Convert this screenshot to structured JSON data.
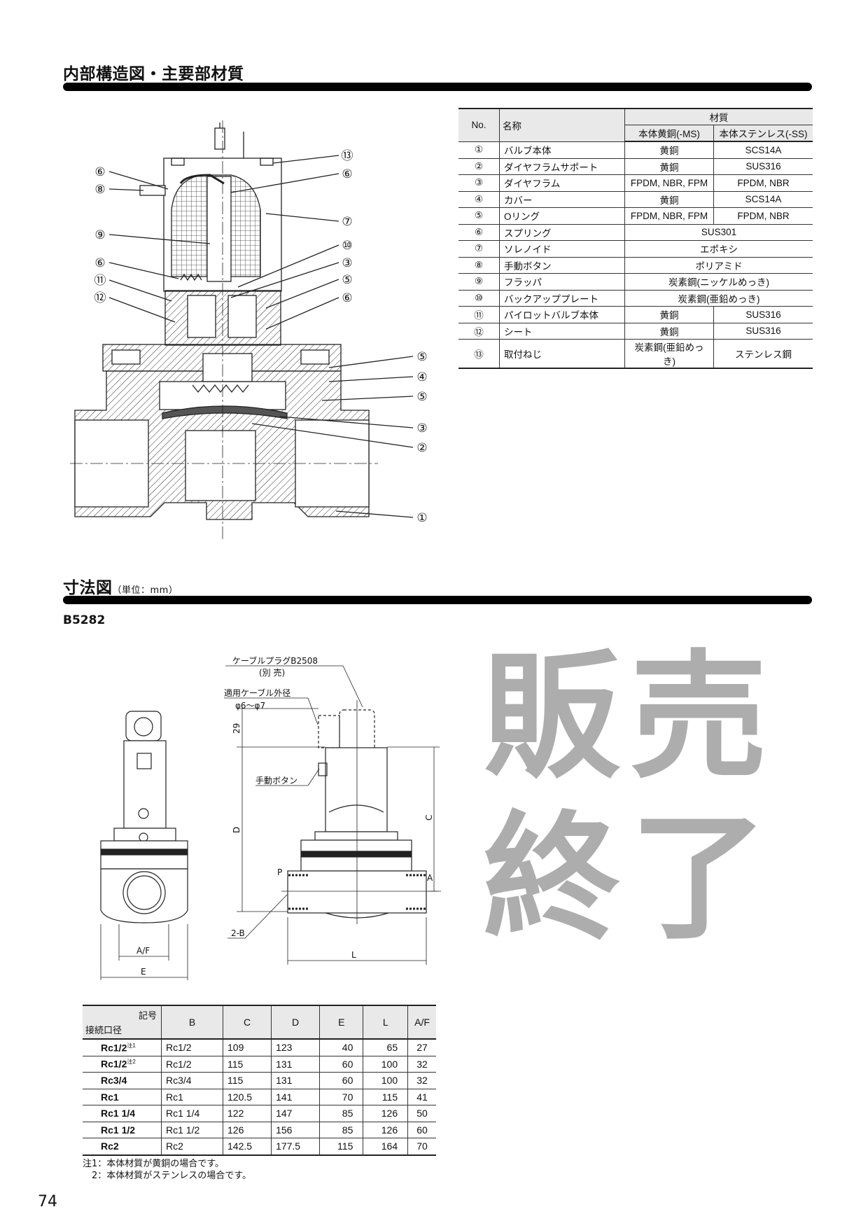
{
  "section1": {
    "title": "内部構造図・主要部材質"
  },
  "structure_callouts": {
    "left": [
      "⑥",
      "⑧",
      "⑨",
      "⑥",
      "⑪",
      "⑫"
    ],
    "right": [
      "⑬",
      "⑥",
      "⑦",
      "⑩",
      "③",
      "⑤",
      "⑥",
      "⑤",
      "④",
      "⑤",
      "③",
      "②",
      "①"
    ]
  },
  "materials_table": {
    "headers": {
      "no": "No.",
      "name": "名称",
      "material": "材質",
      "ms": "本体黄銅(-MS)",
      "ss": "本体ステンレス(-SS)"
    },
    "rows": [
      {
        "no": "①",
        "name": "バルブ本体",
        "ms": "黄銅",
        "ss": "SCS14A"
      },
      {
        "no": "②",
        "name": "ダイヤフラムサポート",
        "ms": "黄銅",
        "ss": "SUS316"
      },
      {
        "no": "③",
        "name": "ダイヤフラム",
        "ms": "FPDM, NBR, FPM",
        "ss": "FPDM, NBR"
      },
      {
        "no": "④",
        "name": "カバー",
        "ms": "黄銅",
        "ss": "SCS14A"
      },
      {
        "no": "⑤",
        "name": "Oリング",
        "ms": "FPDM, NBR, FPM",
        "ss": "FPDM, NBR"
      },
      {
        "no": "⑥",
        "name": "スプリング",
        "common": "SUS301"
      },
      {
        "no": "⑦",
        "name": "ソレノイド",
        "common": "エポキシ"
      },
      {
        "no": "⑧",
        "name": "手動ボタン",
        "common": "ポリアミド"
      },
      {
        "no": "⑨",
        "name": "フラッパ",
        "common": "炭素鋼(ニッケルめっき)"
      },
      {
        "no": "⑩",
        "name": "バックアッププレート",
        "common": "炭素鋼(亜鉛めっき)"
      },
      {
        "no": "⑪",
        "name": "パイロットバルブ本体",
        "ms": "黄銅",
        "ss": "SUS316"
      },
      {
        "no": "⑫",
        "name": "シート",
        "ms": "黄銅",
        "ss": "SUS316"
      },
      {
        "no": "⑬",
        "name": "取付ねじ",
        "ms": "炭素鋼(亜鉛めっき)",
        "ss": "ステンレス鋼"
      }
    ]
  },
  "section2": {
    "title": "寸法図",
    "unit": "（単位：mm）",
    "model": "B5282"
  },
  "watermark": "販売終了",
  "dimension_drawing": {
    "cable_plug": "ケーブルプラグB2508",
    "sold_separately": "(別 売)",
    "cable_od_label": "適用ケーブル外径",
    "cable_od_value": "φ6～φ7",
    "manual_button": "手動ボタン",
    "dim_29": "29",
    "dim_D": "D",
    "dim_C": "C",
    "dim_A": "A",
    "dim_L": "L",
    "dim_P": "P",
    "dim_2B": "2-B",
    "dim_AF": "A/F",
    "dim_E": "E"
  },
  "dimension_table": {
    "corner_top": "記号",
    "corner_bottom": "接続口径",
    "columns": [
      "B",
      "C",
      "D",
      "E",
      "L",
      "A/F"
    ],
    "rows": [
      {
        "port": "Rc1/2",
        "note": "注1",
        "values": [
          "Rc1/2",
          "109",
          "123",
          "40",
          "65",
          "27"
        ]
      },
      {
        "port": "Rc1/2",
        "note": "注2",
        "values": [
          "Rc1/2",
          "115",
          "131",
          "60",
          "100",
          "32"
        ]
      },
      {
        "port": "Rc3/4",
        "values": [
          "Rc3/4",
          "115",
          "131",
          "60",
          "100",
          "32"
        ]
      },
      {
        "port": "Rc1",
        "values": [
          "Rc1",
          "120.5",
          "141",
          "70",
          "115",
          "41"
        ]
      },
      {
        "port": "Rc1 1/4",
        "values": [
          "Rc1 1/4",
          "122",
          "147",
          "85",
          "126",
          "50"
        ]
      },
      {
        "port": "Rc1 1/2",
        "values": [
          "Rc1 1/2",
          "126",
          "156",
          "85",
          "126",
          "60"
        ]
      },
      {
        "port": "Rc2",
        "values": [
          "Rc2",
          "142.5",
          "177.5",
          "115",
          "164",
          "70"
        ]
      }
    ],
    "notes": [
      "注1：本体材質が黄銅の場合です。",
      "　2：本体材質がステンレスの場合です。"
    ]
  },
  "page_number": "74"
}
